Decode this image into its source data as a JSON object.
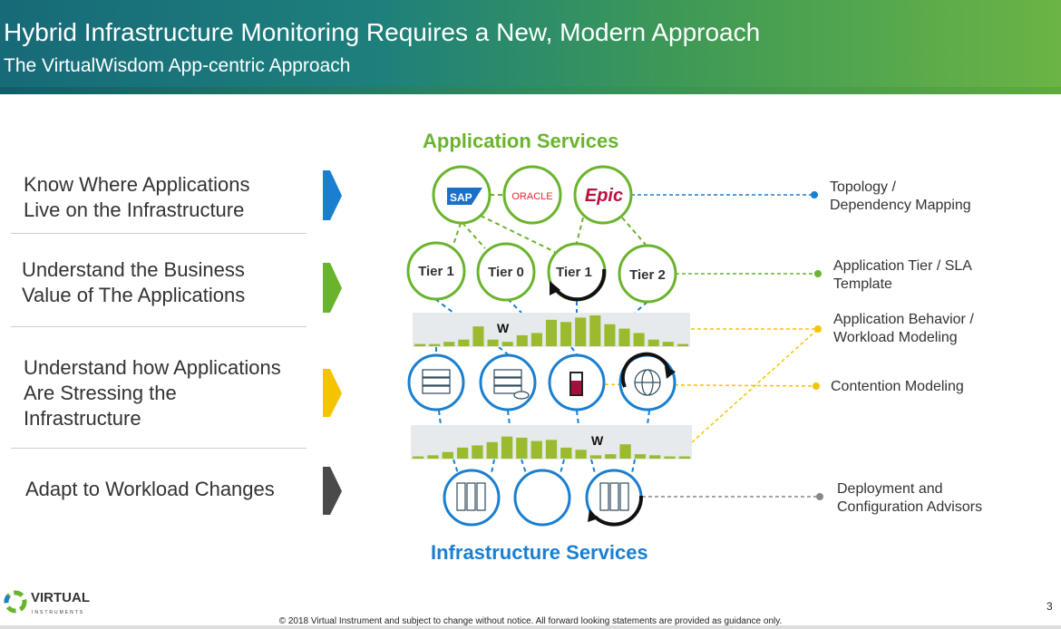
{
  "header": {
    "title": "Hybrid Infrastructure Monitoring Requires a New, Modern Approach",
    "subtitle": "The VirtualWisdom App-centric Approach"
  },
  "left_items": [
    {
      "lines": [
        "Know Where Applications",
        "Live on the Infrastructure"
      ],
      "arrow_color": "#1a7fd0"
    },
    {
      "lines": [
        "Understand the Business",
        "Value of The Applications"
      ],
      "arrow_color": "#6ab42d"
    },
    {
      "lines": [
        "Understand how Applications",
        "Are Stressing the",
        "Infrastructure"
      ],
      "arrow_color": "#f5c400"
    },
    {
      "lines": [
        "Adapt to Workload Changes"
      ],
      "arrow_color": "#4a4a4a"
    }
  ],
  "diagram": {
    "top_title": "Application Services",
    "bottom_title": "Infrastructure Services",
    "apps": [
      "SAP",
      "ORACLE",
      "Epic"
    ],
    "tiers": [
      "Tier 1",
      "Tier 0",
      "Tier 1",
      "Tier 2"
    ],
    "workload_marker": "W",
    "workload_bars_top": [
      1,
      1,
      2,
      3,
      9,
      3,
      2,
      5,
      6,
      12,
      11,
      13,
      14,
      10,
      8,
      6,
      3,
      2,
      1
    ],
    "workload_bars_bottom": [
      1,
      1.5,
      3,
      5,
      6,
      7.5,
      10,
      9.5,
      8,
      8.5,
      5,
      4,
      1.5,
      2,
      6.5,
      2,
      1.5,
      1,
      1
    ],
    "infra_icons": [
      "server-rack",
      "server-cloud",
      "storage-volume",
      "globe-network"
    ],
    "bottom_icons": [
      "storage-array",
      "empty",
      "storage-array"
    ]
  },
  "right_labels": [
    {
      "lines": [
        "Topology /",
        "Dependency Mapping"
      ],
      "color": "#1a7fd0"
    },
    {
      "lines": [
        "Application Tier / SLA",
        "Template"
      ],
      "color": "#6ab42d"
    },
    {
      "lines": [
        "Application Behavior /",
        "Workload Modeling"
      ],
      "color": "#f5c400"
    },
    {
      "lines": [
        "Contention Modeling"
      ],
      "color": "#f5c400"
    },
    {
      "lines": [
        "Deployment and",
        "Configuration Advisors"
      ],
      "color": "#888888"
    }
  ],
  "colors": {
    "green": "#6ab42d",
    "blue": "#1a7fd0",
    "yellow": "#f5c400",
    "bar": "#9bbb2e"
  },
  "footer": {
    "copyright": "© 2018 Virtual Instrument and subject to change without notice.  All forward looking statements are provided as guidance only.",
    "page": "3",
    "logo_text": "VIRTUAL",
    "logo_sub": "INSTRUMENTS"
  }
}
